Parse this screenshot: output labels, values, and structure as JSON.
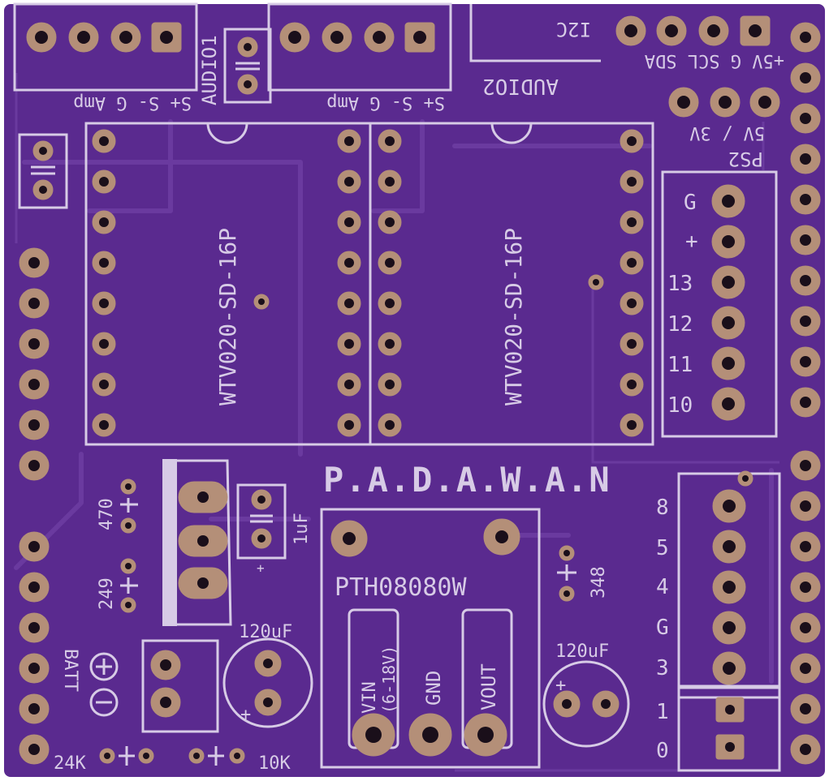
{
  "board": {
    "colors": {
      "background": "#5a2a8f",
      "silkscreen": "#d7cbe6",
      "pad": "#b48f78",
      "trace": "#6a3a9f",
      "edge": "#ffffff"
    },
    "title": "P.A.D.A.W.A.N",
    "regulator_label": "PTH08080W",
    "regulator_pins": [
      "VIN\n(6-18V)",
      "GND",
      "VOUT"
    ],
    "vin_line1": "VIN",
    "vin_line2": "(6-18V)",
    "gnd": "GND",
    "vout": "VOUT"
  },
  "labels": {
    "audio1": "AUDIO1",
    "audio2": "AUDIO2",
    "audio_pins": "S+ S- G Amp",
    "i2c": "I2C",
    "i2c_pins": "+5V G SCL SDA",
    "ps2": "PS2",
    "ps2_sel": "5V / 3V",
    "module1": "WTV020-SD-16P",
    "module2": "WTV020-SD-16P",
    "header_right": [
      "G",
      "+",
      "13",
      "12",
      "11",
      "10"
    ],
    "header_right2": [
      "8",
      "5",
      "4",
      "G",
      "3"
    ],
    "header_right3": [
      "1",
      "0"
    ],
    "r470": "470",
    "r249": "249",
    "r348": "348",
    "cap1uf": "1uF",
    "cap120a": "120uF",
    "cap120b": "120uF",
    "batt": "BATT",
    "r24k": "24K",
    "r10k": "10K",
    "plus": "+"
  }
}
